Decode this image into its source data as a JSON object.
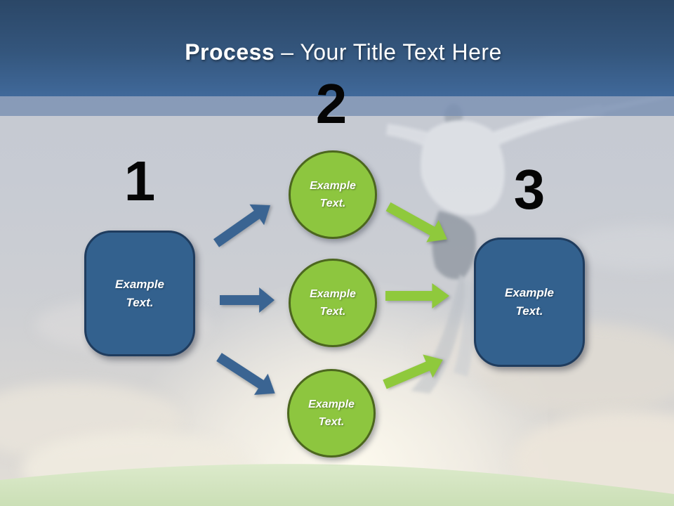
{
  "header": {
    "title_bold": "Process",
    "title_rest": "– Your Title Text Here"
  },
  "diagram": {
    "step_numbers": [
      "1",
      "2",
      "3"
    ],
    "start_box": {
      "label": "Example Text."
    },
    "middle_circles": [
      {
        "label": "Example Text."
      },
      {
        "label": "Example Text."
      },
      {
        "label": "Example Text."
      }
    ],
    "end_box": {
      "label": "Example Text."
    },
    "connectors": [
      {
        "name": "arrow-blue-top",
        "direction": "up-right"
      },
      {
        "name": "arrow-blue-middle",
        "direction": "right"
      },
      {
        "name": "arrow-blue-bottom",
        "direction": "down-right"
      },
      {
        "name": "arrow-green-top",
        "direction": "down-right"
      },
      {
        "name": "arrow-green-middle",
        "direction": "right"
      },
      {
        "name": "arrow-green-bottom",
        "direction": "up-right"
      }
    ]
  },
  "colors": {
    "header_gradient_top": "#2B4767",
    "header_gradient_bottom": "#40699A",
    "subheader_band": "#92A3BD",
    "box_fill": "#33618E",
    "box_border": "#1F3C5E",
    "circle_fill": "#8DC63F",
    "circle_border": "#4C671E",
    "arrow_blue": "#3A6492",
    "arrow_green": "#8FC93C",
    "number_color": "#050505",
    "title_color": "#FFFFFF",
    "sky": "#C7CBD3",
    "grass": "#CFE2BE"
  }
}
